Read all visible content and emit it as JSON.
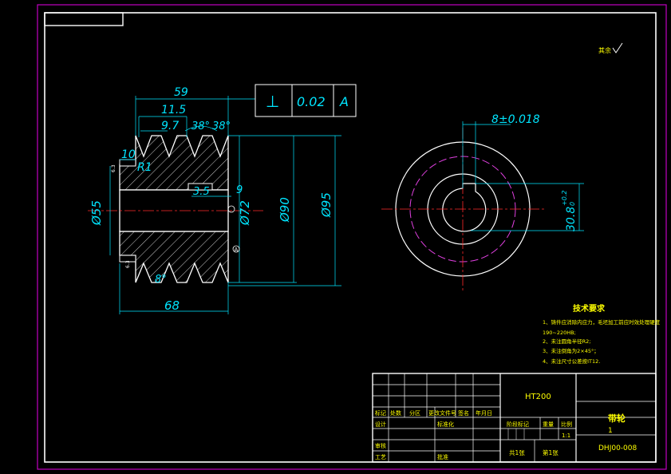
{
  "colors": {
    "background": "#000000",
    "frame": "#ffffff",
    "border_magenta": "#c000c0",
    "dimension": "#00e5ff",
    "center_line": "#ff2a2a",
    "hatch": "#ffffff",
    "note_text": "#ffff00"
  },
  "tolerance_frame": {
    "symbol": "⊥",
    "value": "0.02",
    "datum": "A"
  },
  "dimensions": {
    "overall_width": "59",
    "groove_pitch": "11.5",
    "groove_top": "9.7",
    "angle_left": "38°",
    "angle_right": "38°",
    "edge_offset": "10",
    "fillet": "R1",
    "keyway_depth": "3.5",
    "keyway_width_small": "9",
    "bore_dia": "Ø55",
    "hub_dia": "Ø72",
    "pitch_dia": "Ø90",
    "outer_dia": "Ø95",
    "bottom_width": "68",
    "bottom_angle": "8°",
    "key_width": "8±0.018",
    "key_depth": "30.8",
    "key_depth_tol_upper": "+0.2",
    "key_depth_tol_lower": "0",
    "datum_mark": "A",
    "surface_note": "6.3"
  },
  "corner_roughness": "其余",
  "technical_requirements": {
    "title": "技术要求",
    "items": [
      "1、铸件应消除内应力，毛坯加工前应时效处理硬度",
      "   190~220HB;",
      "2、未注圆角半径R2;",
      "3、未注倒角为2×45°；",
      "4、未注尺寸公差按IT12."
    ]
  },
  "title_block": {
    "material": "HT200",
    "part_name": "带轮",
    "quantity": "1",
    "drawing_no": "DHJ00-008",
    "scale": "1:1",
    "sheet_total": "共1张",
    "sheet_current": "第1张",
    "headers": [
      "标记",
      "处数",
      "分区",
      "更改文件号",
      "签名",
      "年月日"
    ],
    "designer_label": "设计",
    "standardize_label": "标准化",
    "stage_label": "阶段标记",
    "weight_label": "重量",
    "scale_label": "比例",
    "review_label": "审核",
    "process_label": "工艺",
    "approve_label": "批准"
  }
}
